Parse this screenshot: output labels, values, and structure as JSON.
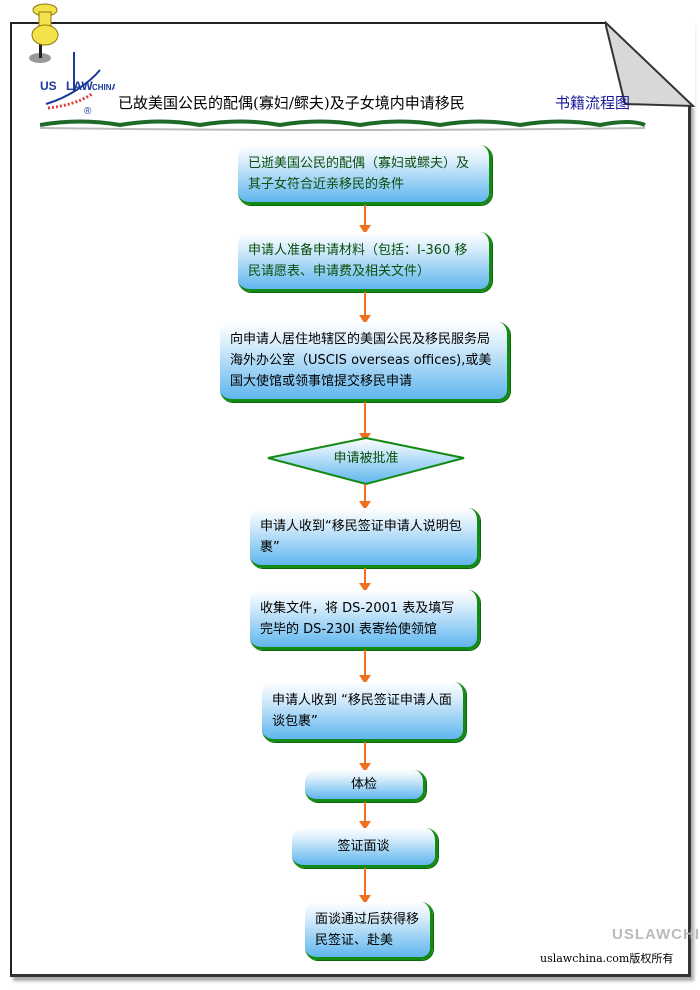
{
  "header": {
    "logo_text": "USLAWCHINA",
    "title": "已故美国公民的配偶(寡妇/鳏夫)及子女境内申请移民",
    "subtitle": "书籍流程图"
  },
  "flow": {
    "step1": "已逝美国公民的配偶（寡妇或鳏夫）及其子女符合近亲移民的条件",
    "step2": "申请人准备申请材料（包括：I-360 移民请愿表、申请费及相关文件）",
    "step3": "向申请人居住地辖区的美国公民及移民服务局海外办公室（USCIS overseas offices),或美国大使馆或领事馆提交移民申请",
    "decision": "申请被批准",
    "step4": "申请人收到“移民签证申请人说明包裹”",
    "step5": "收集文件，将 DS-2001 表及填写完毕的 DS-230I 表寄给使领馆",
    "step6": "申请人收到 “移民签证申请人面谈包裹”",
    "step7": "体检",
    "step8": "签证面谈",
    "step9": "面谈通过后获得移民签证、赴美"
  },
  "footer": {
    "copyright": "uslawchina.com版权所有",
    "watermark": "USLAWCHINA"
  },
  "colors": {
    "arrow": "#f07020",
    "box_border": "#138a13",
    "box_fill": "#5fb6ee",
    "subtitle": "#1a1a9a"
  }
}
